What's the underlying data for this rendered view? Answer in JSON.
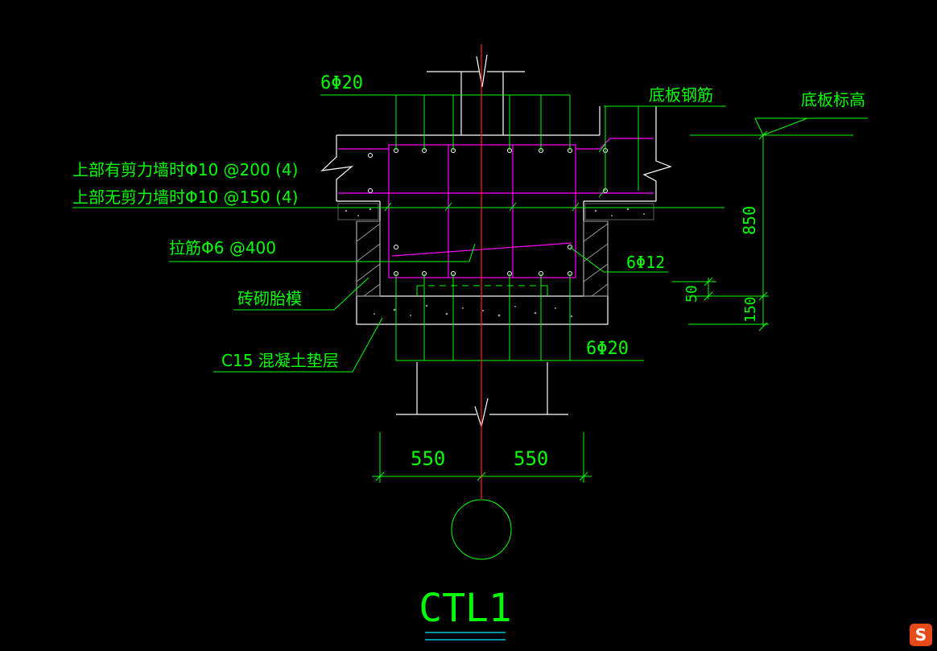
{
  "drawing": {
    "colors": {
      "background": "#000000",
      "outline": "#ffffff",
      "annotation": "#00ff00",
      "reinforcement": "#ff00ff",
      "axis": "#ff0000",
      "concrete": "#808080",
      "underline": "#00ffff"
    },
    "labels": {
      "top_bars": "6Φ20",
      "slab_rebar": "底板钢筋",
      "slab_elevation": "底板标高",
      "stirrup_with_wall": "上部有剪力墙时Φ10 @200 (4)",
      "stirrup_without_wall": "上部无剪力墙时Φ10 @150 (4)",
      "tie_bar": "拉筋Φ6 @400",
      "side_bars": "6Φ12",
      "brick_formwork": "砖砌胎模",
      "bedding": "C15 混凝土垫层",
      "bottom_bars": "6Φ20"
    },
    "dimensions": {
      "depth": "850",
      "cover": "50",
      "bedding_thickness": "150",
      "left_width": "550",
      "right_width": "550"
    },
    "axis_bubble": "",
    "title": "CTL1",
    "watermark_icon": "S"
  }
}
